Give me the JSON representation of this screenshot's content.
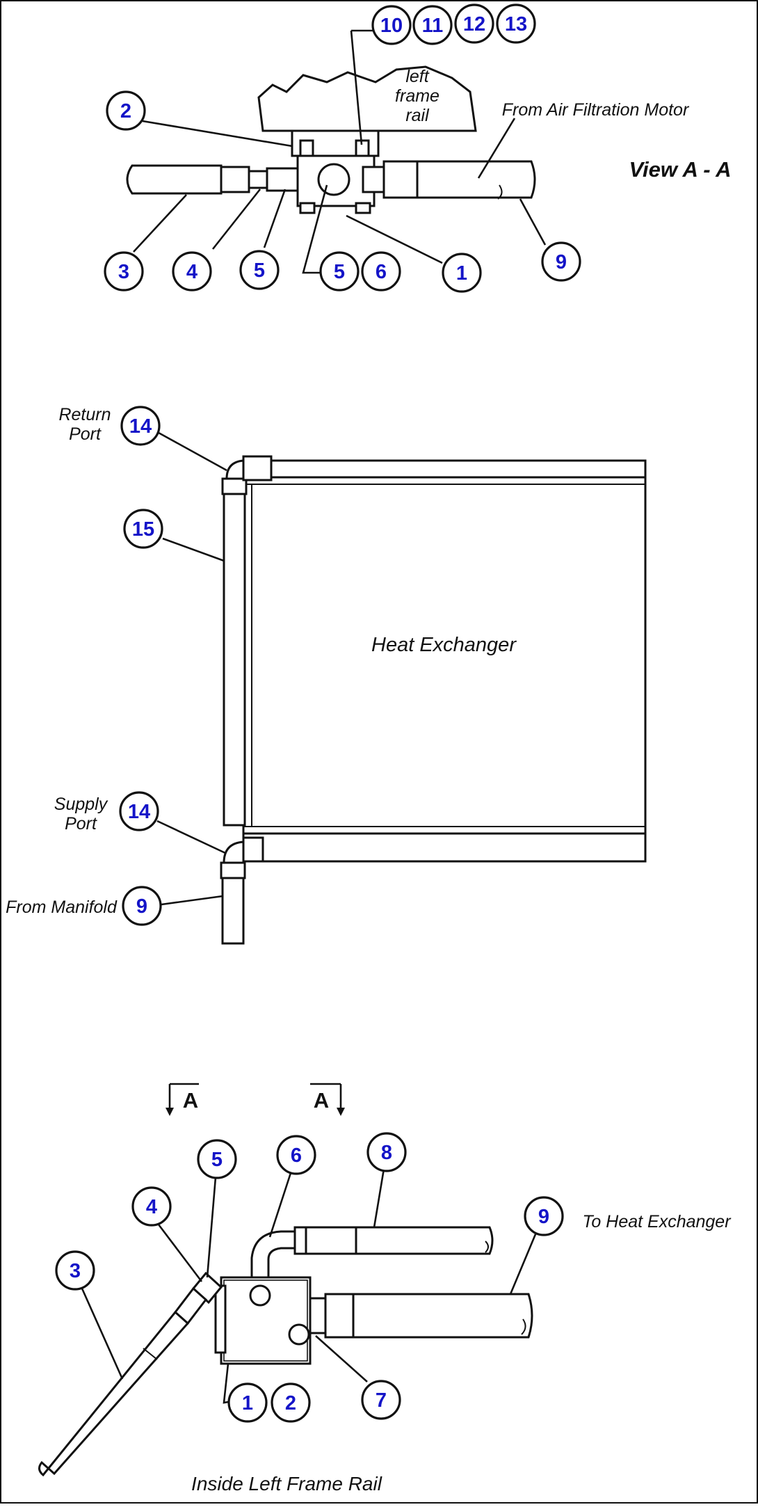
{
  "callouts": {
    "top": [
      "10",
      "11",
      "12",
      "13",
      "2",
      "3",
      "4",
      "5",
      "5",
      "6",
      "1",
      "9"
    ],
    "middle": [
      "14",
      "15",
      "14",
      "9"
    ],
    "bottom": [
      "5",
      "6",
      "8",
      "4",
      "9",
      "3",
      "7",
      "1",
      "2"
    ]
  },
  "labels": {
    "frame_line1": "left",
    "frame_line2": "frame",
    "frame_line3": "rail",
    "from_air_filtration_motor": "From Air Filtration Motor",
    "view_a_a": "View A - A",
    "return_port_line1": "Return",
    "return_port_line2": "Port",
    "heat_exchanger": "Heat Exchanger",
    "supply_port_line1": "Supply",
    "supply_port_line2": "Port",
    "from_manifold": "From Manifold",
    "section_a_left": "A",
    "section_a_right": "A",
    "to_heat_exchanger": "To Heat Exchanger",
    "inside_left_frame_rail": "Inside Left Frame Rail"
  }
}
